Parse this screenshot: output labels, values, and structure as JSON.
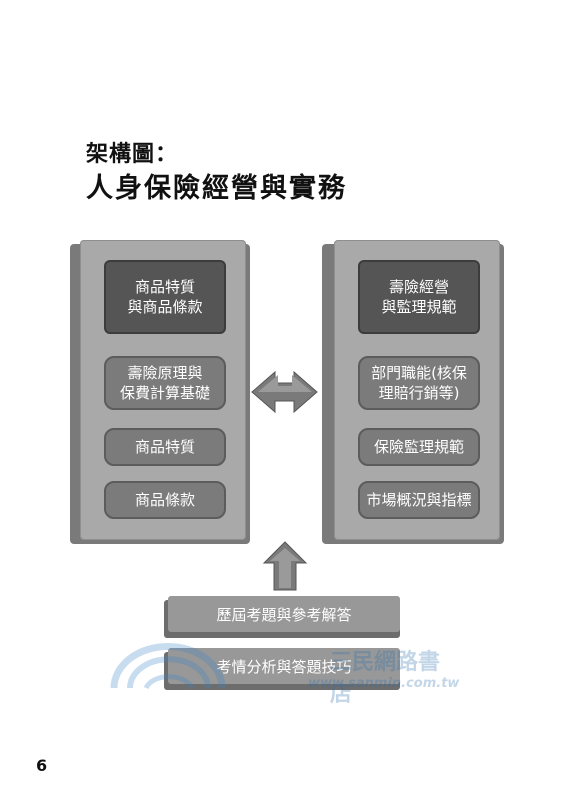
{
  "heading": {
    "label": "架構圖：",
    "title": "人身保險經營與實務"
  },
  "left_column": {
    "header": "商品特質\n與商品條款",
    "items": [
      "壽險原理與\n保費計算基礎",
      "商品特質",
      "商品條款"
    ]
  },
  "right_column": {
    "header": "壽險經營\n與監理規範",
    "items": [
      "部門職能(核保\n理賠行銷等)",
      "保險監理規範",
      "市場概況與指標"
    ]
  },
  "bottom_bars": [
    "歷屆考題與參考解答",
    "考情分析與答題技巧"
  ],
  "watermark": {
    "name": "三民網路書店",
    "url": "www.sanmin.com.tw"
  },
  "page_number": "6"
}
